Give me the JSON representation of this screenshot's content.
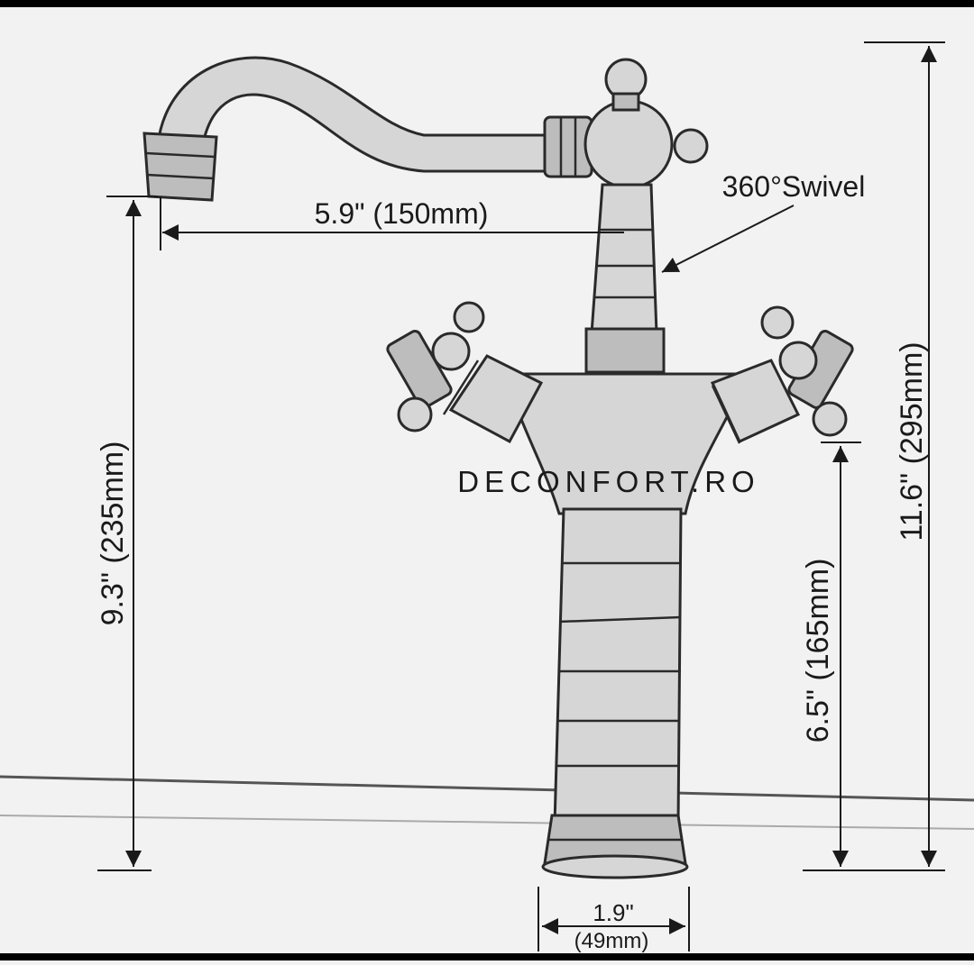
{
  "labels": {
    "spout_reach": "5.9\" (150mm)",
    "spout_height": "9.3\" (235mm)",
    "total_height": "11.6\" (295mm)",
    "handle_height": "6.5\" (165mm)",
    "base_width_in": "1.9\"",
    "base_width_mm": "(49mm)",
    "swivel": "360°Swivel"
  },
  "watermark": "DECONFORT.RO",
  "colors": {
    "background": "#f2f2f2",
    "line": "#1a1a1a",
    "metal": "#d6d6d6"
  }
}
